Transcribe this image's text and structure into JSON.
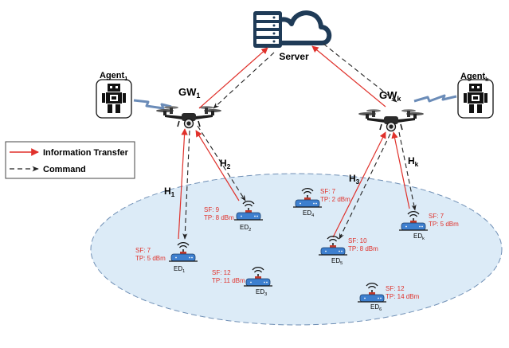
{
  "colors": {
    "info_transfer": "#e0312b",
    "command": "#333333",
    "cloud": "#1f3b57",
    "ellipse_fill": "#dcebf7",
    "ellipse_stroke": "#6f8fb5",
    "device_blue": "#3d7fcf",
    "device_red": "#c0392b",
    "zigzag": "#6b8cb8"
  },
  "server": {
    "label": "Server"
  },
  "agents": [
    {
      "label": "Agent",
      "sub": "1"
    },
    {
      "label": "Agent",
      "sub": "k"
    }
  ],
  "gateways": [
    {
      "label": "GW",
      "sub": "1"
    },
    {
      "label": "GW",
      "sub": "k"
    }
  ],
  "channels": [
    {
      "label": "H",
      "sub": "1"
    },
    {
      "label": "H",
      "sub": "2"
    },
    {
      "label": "H",
      "sub": "3"
    },
    {
      "label": "H",
      "sub": "k"
    }
  ],
  "legend": {
    "info": "Information Transfer",
    "command": "Command"
  },
  "end_devices": [
    {
      "name": "ED",
      "sub": "1",
      "sf": "SF: 7",
      "tp": "TP: 5 dBm"
    },
    {
      "name": "ED",
      "sub": "2",
      "sf": "SF: 9",
      "tp": "TP: 8 dBm"
    },
    {
      "name": "ED",
      "sub": "3",
      "sf": "SF: 12",
      "tp": "TP: 11 dBm"
    },
    {
      "name": "ED",
      "sub": "4",
      "sf": "SF: 7",
      "tp": "TP: 2 dBm"
    },
    {
      "name": "ED",
      "sub": "5",
      "sf": "SF: 10",
      "tp": "TP: 8 dBm"
    },
    {
      "name": "ED",
      "sub": "6",
      "sf": "SF: 12",
      "tp": "TP: 14 dBm"
    },
    {
      "name": "ED",
      "sub": "k",
      "sf": "SF: 7",
      "tp": "TP: 5 dBm"
    }
  ]
}
